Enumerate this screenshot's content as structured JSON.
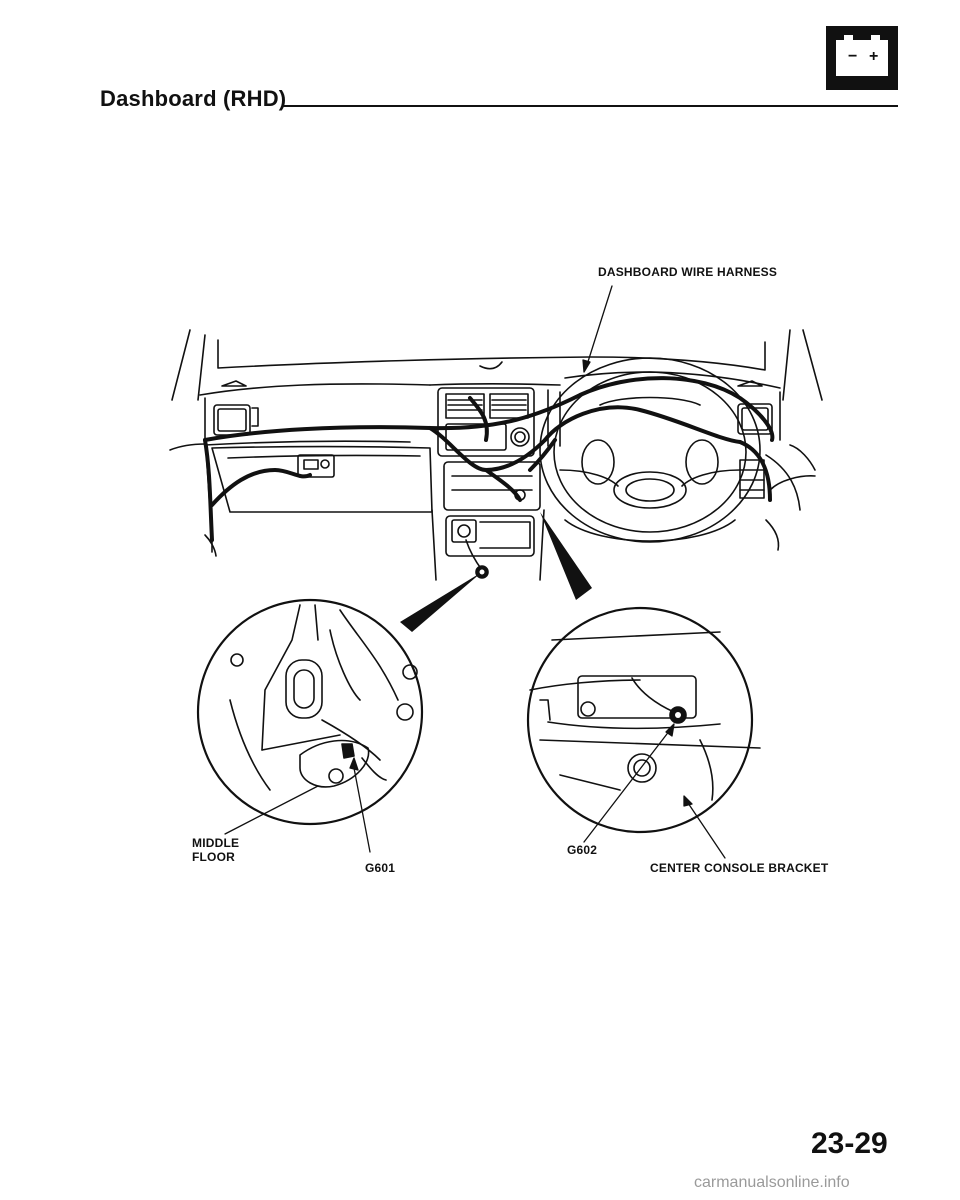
{
  "header": {
    "title": "Dashboard (RHD)"
  },
  "icon": {
    "name": "battery-icon",
    "minus": "−",
    "plus": "+"
  },
  "figure": {
    "labels": {
      "harness": "DASHBOARD WIRE HARNESS",
      "middle_floor": "MIDDLE\nFLOOR",
      "g601": "G601",
      "g602": "G602",
      "bracket": "CENTER CONSOLE BRACKET"
    }
  },
  "footer": {
    "page_number": "23-29",
    "watermark": "carmanualsonline.info"
  }
}
